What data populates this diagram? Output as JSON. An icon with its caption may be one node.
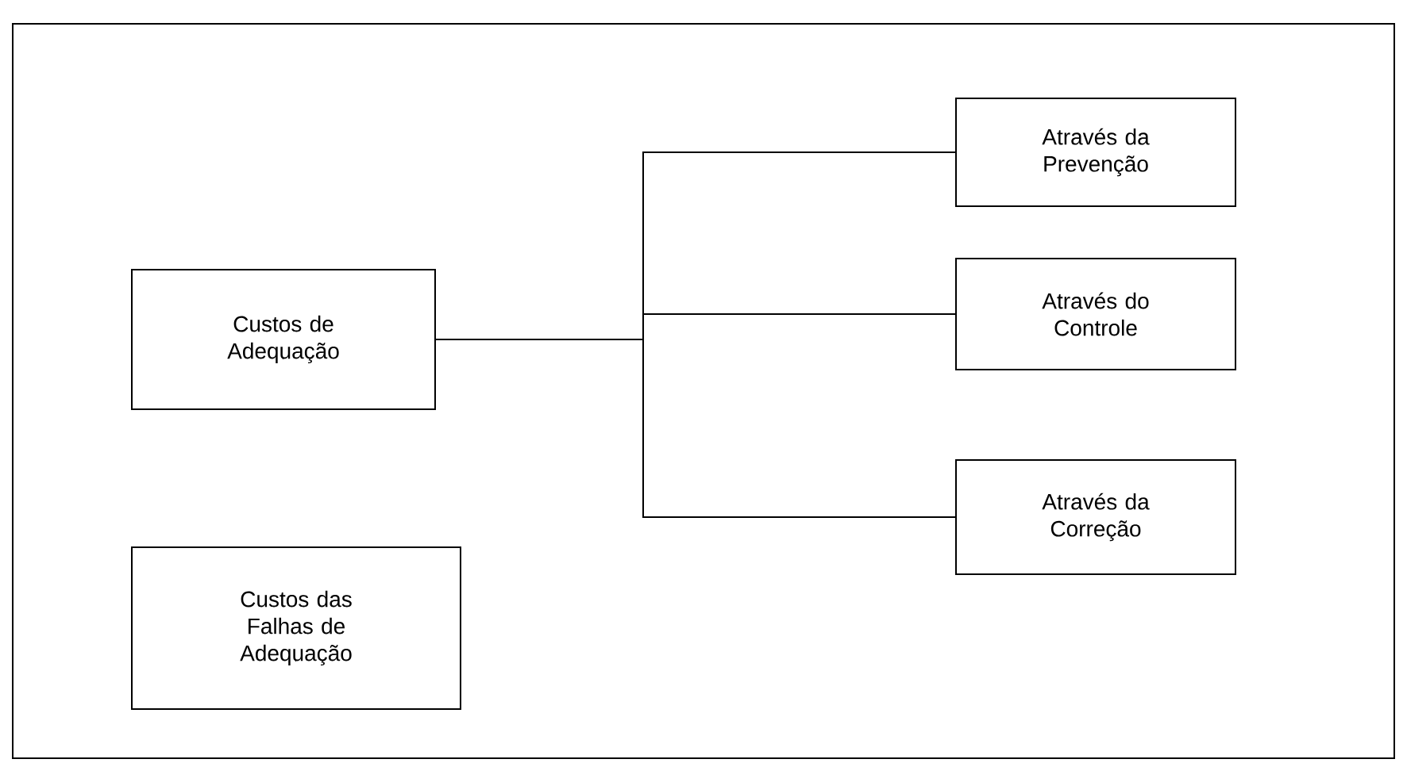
{
  "diagram": {
    "nodes": [
      {
        "text": [
          "Custos de Adequação"
        ]
      },
      {
        "text": [
          "Custos das Falhas de Adequação"
        ]
      },
      {
        "text": [
          "Através da Prevenção"
        ]
      },
      {
        "text": [
          "Através do Controle"
        ]
      },
      {
        "text": [
          "Através da Correção"
        ]
      }
    ],
    "edges": [
      {
        "from": 0,
        "to": 2,
        "arrow": "none"
      },
      {
        "from": 0,
        "to": 3,
        "arrow": "none"
      },
      {
        "from": 0,
        "to": 4,
        "arrow": "none"
      }
    ]
  }
}
